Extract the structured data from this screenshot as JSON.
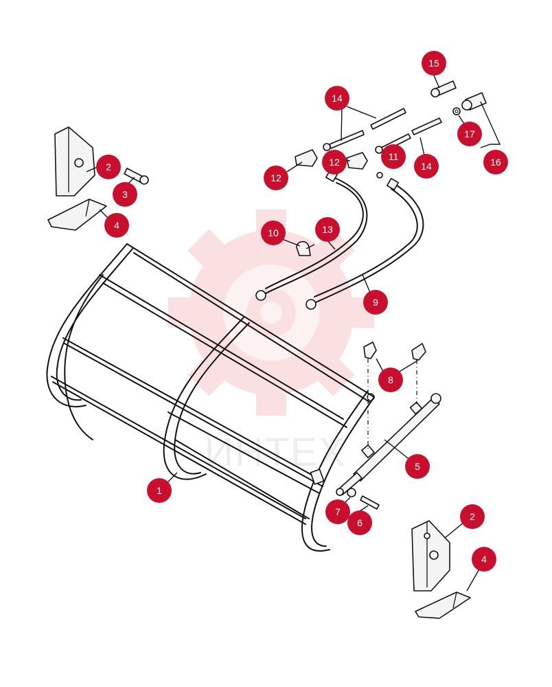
{
  "watermark": {
    "text": "ИНТЕХ",
    "color": "#f6c8c8"
  },
  "callouts": [
    {
      "id": "c15a",
      "label": "15"
    },
    {
      "id": "c14a",
      "label": "14"
    },
    {
      "id": "c17",
      "label": "17"
    },
    {
      "id": "c16",
      "label": "16"
    },
    {
      "id": "c2a",
      "label": "2"
    },
    {
      "id": "c3",
      "label": "3"
    },
    {
      "id": "c12a",
      "label": "12"
    },
    {
      "id": "c12b",
      "label": "12"
    },
    {
      "id": "c11",
      "label": "11"
    },
    {
      "id": "c14b",
      "label": "14"
    },
    {
      "id": "c4a",
      "label": "4"
    },
    {
      "id": "c10",
      "label": "10"
    },
    {
      "id": "c13",
      "label": "13"
    },
    {
      "id": "c9",
      "label": "9"
    },
    {
      "id": "c8",
      "label": "8"
    },
    {
      "id": "c5",
      "label": "5"
    },
    {
      "id": "c1",
      "label": "1"
    },
    {
      "id": "c7",
      "label": "7"
    },
    {
      "id": "c6",
      "label": "6"
    },
    {
      "id": "c2b",
      "label": "2"
    },
    {
      "id": "c4b",
      "label": "4"
    }
  ],
  "colors": {
    "badge": "#c8102e",
    "line": "#111111"
  }
}
